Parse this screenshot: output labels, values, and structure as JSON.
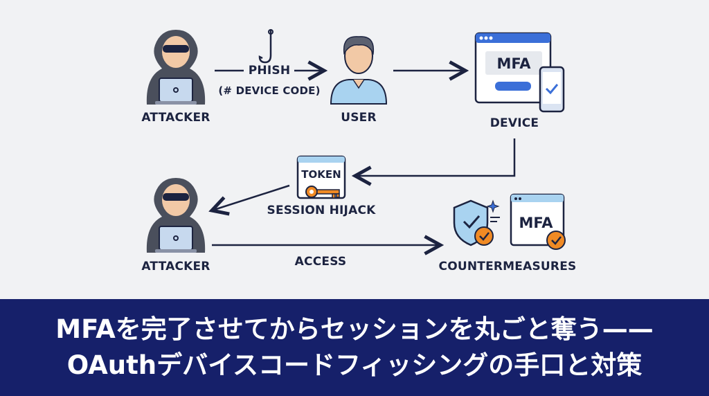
{
  "nodes": {
    "attacker_top": "ATTACKER",
    "user": "USER",
    "device": "DEVICE",
    "attacker_bottom": "ATTACKER",
    "countermeasures": "COUNTERMEASURES"
  },
  "edges": {
    "phish": "PHISH",
    "phish_sub": "(# DEVICE CODE)",
    "session_hijack": "SESSION HIJACK",
    "access": "ACCESS"
  },
  "device_screen": {
    "mfa": "MFA"
  },
  "token_card": {
    "label": "TOKEN"
  },
  "countermeasure_card": {
    "mfa": "MFA"
  },
  "banner": {
    "line1": "MFAを完了させてからセッションを丸ごと奪う——",
    "line2": "OAuthデバイスコードフィッシングの手口と対策"
  },
  "colors": {
    "navy": "#1c2340",
    "banner": "#16206a",
    "accent_blue": "#3b6fd8",
    "orange": "#f08a24",
    "light_blue": "#a9d3f0"
  }
}
